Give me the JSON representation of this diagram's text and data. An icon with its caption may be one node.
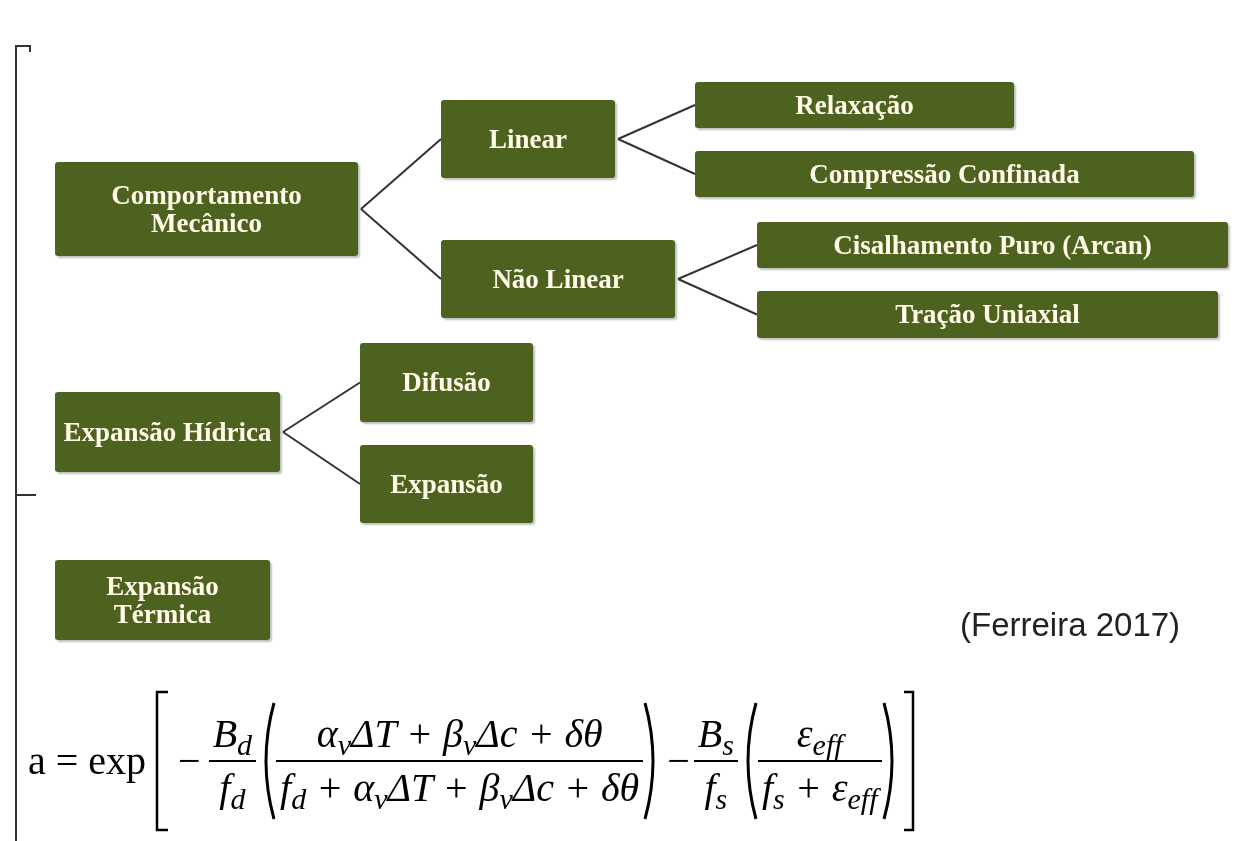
{
  "diagram": {
    "nodes": [
      {
        "text": [
          "Comportamento Mecânico"
        ]
      },
      {
        "text": [
          "Linear"
        ]
      },
      {
        "text": [
          "Não Linear"
        ]
      },
      {
        "text": [
          "Relaxação"
        ]
      },
      {
        "text": [
          "Compressão Confinada"
        ]
      },
      {
        "text": [
          "Cisalhamento Puro (Arcan)"
        ]
      },
      {
        "text": [
          "Tração Uniaxial"
        ]
      },
      {
        "text": [
          "Expansão Hídrica"
        ]
      },
      {
        "text": [
          "Difusão"
        ]
      },
      {
        "text": [
          "Expansão"
        ]
      },
      {
        "text": [
          "Expansão Térmica"
        ]
      }
    ],
    "edges": [
      {
        "from": 0,
        "to": 1,
        "arrow": "none"
      },
      {
        "from": 0,
        "to": 2,
        "arrow": "none"
      },
      {
        "from": 1,
        "to": 3,
        "arrow": "none"
      },
      {
        "from": 1,
        "to": 4,
        "arrow": "none"
      },
      {
        "from": 2,
        "to": 5,
        "arrow": "none"
      },
      {
        "from": 2,
        "to": 6,
        "arrow": "none"
      },
      {
        "from": 7,
        "to": 8,
        "arrow": "none"
      },
      {
        "from": 7,
        "to": 9,
        "arrow": "none"
      }
    ],
    "labels": [
      "(Ferreira 2017)",
      "a = exp",
      "−",
      "B$_{d}$",
      "f$_{d}$",
      "α$_{v}$ΔT + β$_{v}$Δc + δθ",
      "f$_{d}$ + α$_{v}$ΔT + β$_{v}$Δc + δθ",
      "−",
      "B$_{s}$",
      "f$_{s}$",
      "ε$_{eff}$",
      "f$_{s}$ + ε$_{eff}$"
    ]
  }
}
